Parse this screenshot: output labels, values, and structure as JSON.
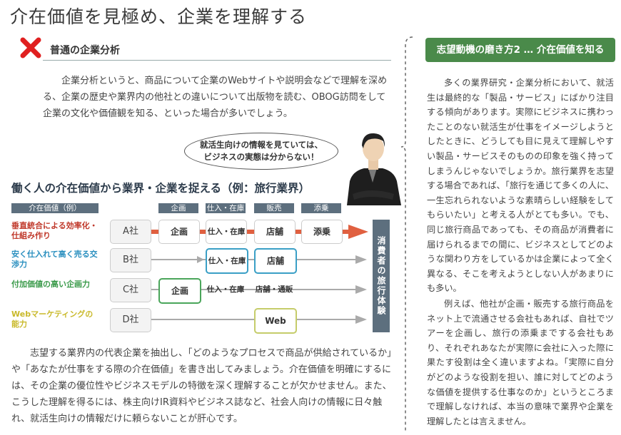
{
  "page_title": "介在価値を見極め、企業を理解する",
  "section": {
    "mark": "✖",
    "heading": "普通の企業分析",
    "paragraph": "企業分析というと、商品について企業のWebサイトや説明会などで理解を深める、企業の歴史や業界内の他社との違いについて出版物を読む、OBOG訪問をして企業の文化や価値観を知る、といった場合が多いでしょう。"
  },
  "bubble": {
    "line1": "就活生向けの情報を見ていては、",
    "line2": "ビジネスの実態は分からない！"
  },
  "figure": {
    "title": "働く人の介在価値から業界・企業を捉える（例：旅行業界）",
    "header_left": "介在価値（例）",
    "headers": [
      "企画",
      "仕入・在庫",
      "販売",
      "添乗"
    ],
    "side_bar": "消費者の旅行体験",
    "rows": [
      {
        "label": "垂直統合による効率化・仕組み作り",
        "color": "#c0392b",
        "company": "A社",
        "cells": [
          "企画",
          "仕入・在庫",
          "店舗",
          "添乗"
        ]
      },
      {
        "label": "安く仕入れて高く売る交渉力",
        "color": "#2a8fbf",
        "company": "B社",
        "cells": [
          "仕入・在庫",
          "店舗"
        ]
      },
      {
        "label": "付加価値の高い企画力",
        "color": "#3a9a4a",
        "company": "C社",
        "cells": [
          "企画",
          "仕入・在庫",
          "店舗・通販"
        ]
      },
      {
        "label": "Webマーケティングの能力",
        "color": "#c9b92a",
        "company": "D社",
        "cells": [
          "Web"
        ]
      }
    ]
  },
  "paragraph2": "志望する業界内の代表企業を抽出し、「どのようなプロセスで商品が供給されているか」や「あなたが仕事をする際の介在価値」を書き出してみましょう。介在価値を明確にするには、その企業の優位性やビジネスモデルの特徴を深く理解することが欠かせません。また、こうした理解を得るには、株主向けIR資料やビジネス誌など、社会人向けの情報に日々触れ、就活生向けの情報だけに頼らないことが肝心です。",
  "right_panel": {
    "heading": "志望動機の磨き方2 … 介在価値を知る",
    "p1": "多くの業界研究・企業分析において、就活生は最終的な「製品・サービス」にばかり注目する傾向があります。実際にビジネスに携わったことのない就活生が仕事をイメージしようとしたときに、どうしても目に見えて理解しやすい製品・サービスそのものの印象を強く持ってしまうんじゃないでしょうか。旅行業界を志望する場合であれば、「旅行を通じて多くの人に、一生忘れられないような素晴らしい経験をしてもらいたい」と考える人がとても多い。でも、同じ旅行商品であっても、その商品が消費者に届けられるまでの間に、ビジネスとしてどのような関わり方をしているかは企業によって全く異なる、そこを考えようとしない人があまりにも多い。",
    "p2": "例えば、他社が企画・販売する旅行商品をネット上で流通させる会社もあれば、自社でツアーを企画し、旅行の添乗までする会社もあり、それぞれあなたが実際に会社に入った際に果たす役割は全く違いますよね。「実際に自分がどのような役割を担い、誰に対してどのような価値を提供する仕事なのか」というところまで理解しなければ、本当の意味で業界や企業を理解したとは言えません。"
  }
}
